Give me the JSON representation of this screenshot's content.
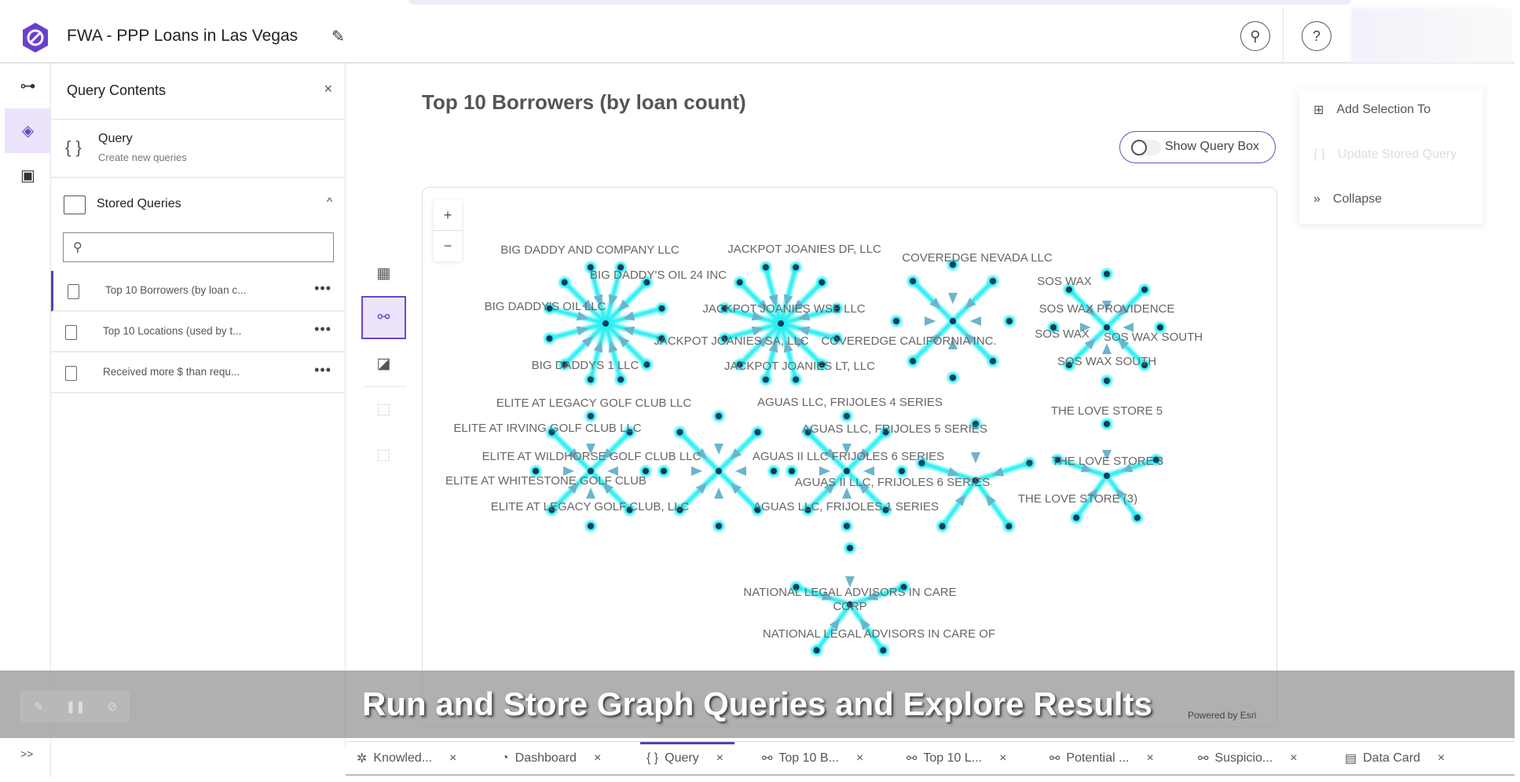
{
  "header": {
    "title": "FWA - PPP Loans in Las Vegas",
    "edit_icon": "pencil-icon",
    "search_icon": "search-icon",
    "help_label": "?"
  },
  "rail": {
    "items": [
      "hierarchy-icon",
      "layers-icon",
      "save-icon"
    ],
    "expand_label": ">>"
  },
  "panel": {
    "title": "Query Contents",
    "close_label": "×",
    "query": {
      "label": "Query",
      "sublabel": "Create new queries",
      "icon": "{ }"
    },
    "stored": {
      "label": "Stored Queries",
      "chevron": "^",
      "search_placeholder": "",
      "items": [
        {
          "label": "Top 10 Borrowers (by loan c...",
          "menu": "•••"
        },
        {
          "label": "Top 10 Locations (used by t...",
          "menu": "•••"
        },
        {
          "label": "Received more $ than requ...",
          "menu": "•••"
        }
      ]
    }
  },
  "main": {
    "title": "Top 10 Borrowers (by loan count)",
    "show_query_box": {
      "label": "Show Query Box",
      "on": false
    },
    "zoom_in": "+",
    "zoom_out": "−",
    "attribution": "Powered by Esri",
    "toolbar": [
      "table-icon",
      "graph-icon",
      "chart-icon",
      "select-icon",
      "box-select-icon"
    ]
  },
  "right_menu": {
    "items": [
      {
        "label": "Add Selection To",
        "icon": "⊞",
        "enabled": true
      },
      {
        "label": "Update Stored Query",
        "icon": "{ }",
        "enabled": false
      },
      {
        "label": "Collapse",
        "icon": "»",
        "enabled": true
      }
    ]
  },
  "graph": {
    "colors": {
      "edge": "#22eef2",
      "arrow": "#6bb4cc",
      "node": "#0e3b5a"
    },
    "clusters": [
      {
        "spokes": 12,
        "labels": [
          "BIG DADDY AND COMPANY LLC",
          "BIG DADDY'S OIL 24 INC",
          "BIG DADDY'S OIL LLC",
          "BIG DADDYS 1 LLC"
        ]
      },
      {
        "spokes": 12,
        "labels": [
          "JACKPOT JOANIES DF, LLC",
          "JACKPOT JOANIES WSE LLC",
          "JACKPOT JOANIES SA, LLC",
          "JACKPOT JOANIES LT, LLC"
        ]
      },
      {
        "spokes": 8,
        "labels": [
          "COVEREDGE NEVADA LLC",
          "COVEREDGE CALIFORNIA INC."
        ]
      },
      {
        "spokes": 8,
        "labels": [
          "SOS WAX",
          "SOS WAX PROVIDENCE",
          "SOS WAX",
          "SOS WAX SOUTH",
          "SOS WAX SOUTH"
        ]
      },
      {
        "spokes": 8,
        "labels": [
          "ELITE AT LEGACY GOLF CLUB LLC",
          "ELITE AT IRVING GOLF CLUB LLC",
          "ELITE AT WILDHORSE GOLF CLUB LLC",
          "ELITE AT WHITESTONE GOLF CLUB",
          "ELITE AT LEGACY GOLF CLUB, LLC"
        ]
      },
      {
        "spokes": 8,
        "labels": []
      },
      {
        "spokes": 8,
        "labels": [
          "AGUAS LLC, FRIJOLES 4 SERIES",
          "AGUAS LLC, FRIJOLES 5 SERIES",
          "AGUAS II LLC FRIJOLES 6 SERIES",
          "AGUAS II LLC, FRIJOLES 6 SERIES",
          "AGUAS LLC, FRIJOLES 1 SERIES"
        ]
      },
      {
        "spokes": 5,
        "labels": []
      },
      {
        "spokes": 5,
        "labels": [
          "THE LOVE STORE 5",
          "THE LOVE STORE 3",
          "THE LOVE STORE (3)"
        ]
      },
      {
        "spokes": 5,
        "labels": [
          "NATIONAL LEGAL ADVISORS IN CARE",
          "CORP",
          "NATIONAL LEGAL ADVISORS IN CARE OF"
        ]
      }
    ]
  },
  "caption": "Run and Store Graph Queries and Explore Results",
  "tabs": [
    {
      "label": "Knowled...",
      "icon": "knowledge-icon",
      "glyph": "✲"
    },
    {
      "label": "Dashboard",
      "icon": "dashboard-icon",
      "glyph": "◔"
    },
    {
      "label": "Query",
      "icon": "braces-icon",
      "glyph": "{ }",
      "active": true
    },
    {
      "label": "Top 10 B...",
      "icon": "graph-icon",
      "glyph": "⚯"
    },
    {
      "label": "Top 10 L...",
      "icon": "graph-icon",
      "glyph": "⚯"
    },
    {
      "label": "Potential ...",
      "icon": "graph-icon",
      "glyph": "⚯"
    },
    {
      "label": "Suspicio...",
      "icon": "graph-icon",
      "glyph": "⚯"
    },
    {
      "label": "Data Card",
      "icon": "data-card-icon",
      "glyph": "▤"
    }
  ],
  "tab_close": "×"
}
